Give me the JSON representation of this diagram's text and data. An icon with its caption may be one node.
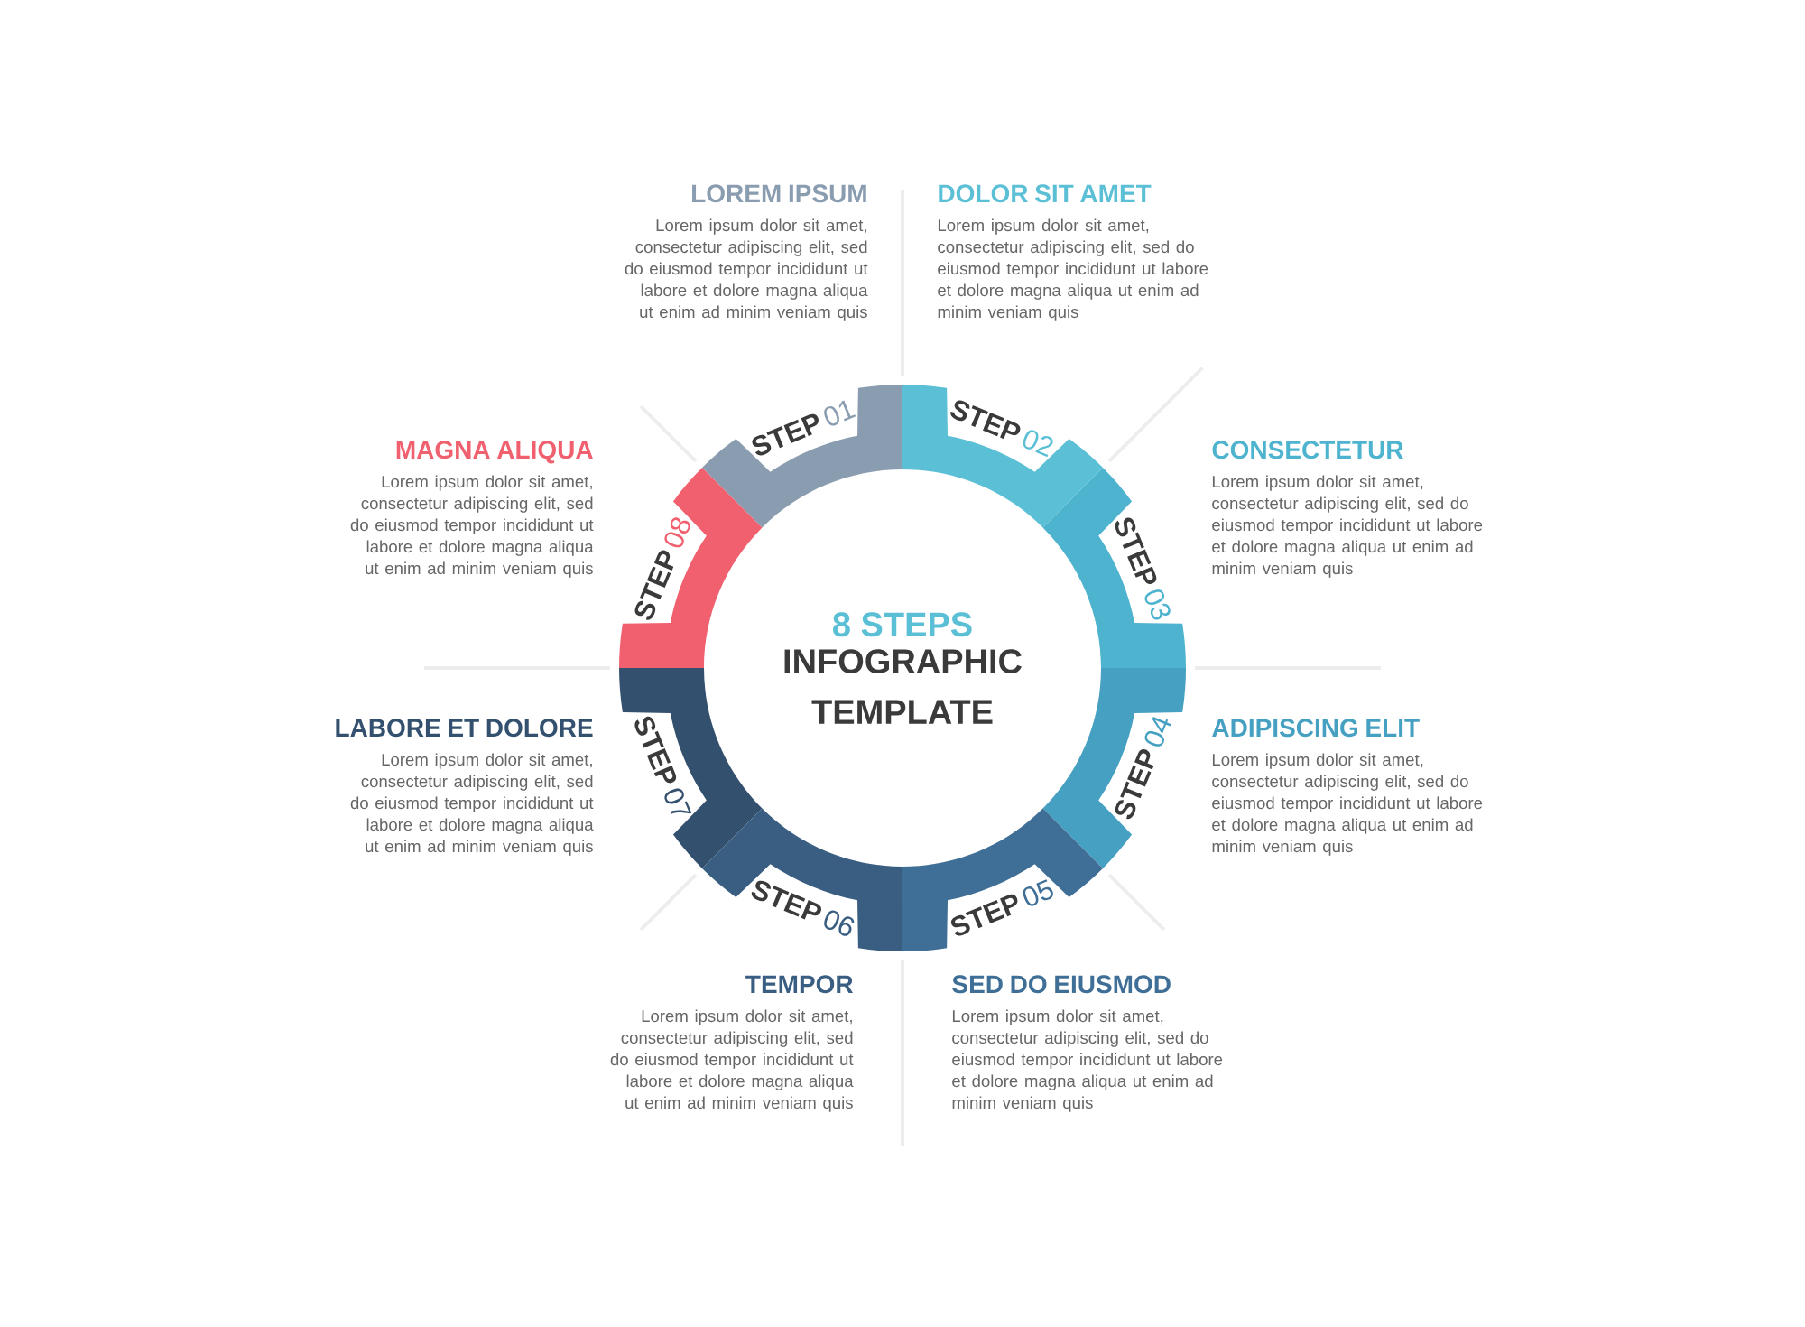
{
  "diagram": {
    "nodes": [
      {
        "text": [
          "8 STEPS",
          "INFOGRAPHIC TEMPLATE"
        ]
      },
      {
        "text": [
          "STEP",
          "01"
        ]
      },
      {
        "text": [
          "STEP",
          "02"
        ]
      },
      {
        "text": [
          "STEP",
          "03"
        ]
      },
      {
        "text": [
          "STEP",
          "04"
        ]
      },
      {
        "text": [
          "STEP",
          "05"
        ]
      },
      {
        "text": [
          "STEP",
          "06"
        ]
      },
      {
        "text": [
          "STEP",
          "07"
        ]
      },
      {
        "text": [
          "STEP",
          "08"
        ]
      },
      {
        "text": [
          "LOREM IPSUM",
          "Lorem ipsum dolor sit amet, consectetur adipiscing elit, sed do eiusmod tempor incididunt ut labore et dolore magna aliqua ut enim ad minim veniam quis"
        ]
      },
      {
        "text": [
          "DOLOR SIT AMET",
          "Lorem ipsum dolor sit amet, consectetur adipiscing elit, sed do eiusmod tempor incididunt ut labore et dolore magna aliqua ut enim ad minim veniam quis"
        ]
      },
      {
        "text": [
          "CONSECTETUR",
          "Lorem ipsum dolor sit amet, consectetur adipiscing elit, sed do eiusmod tempor incididunt ut labore et dolore magna aliqua ut enim ad minim veniam quis"
        ]
      },
      {
        "text": [
          "ADIPISCING ELIT",
          "Lorem ipsum dolor sit amet, consectetur adipiscing elit, sed do eiusmod tempor incididunt ut labore et dolore magna aliqua ut enim ad minim veniam quis"
        ]
      },
      {
        "text": [
          "SED DO EIUSMOD",
          "Lorem ipsum dolor sit amet, consectetur adipiscing elit, sed do eiusmod tempor incididunt ut labore et dolore magna aliqua ut enim ad minim veniam quis"
        ]
      },
      {
        "text": [
          "TEMPOR",
          "Lorem ipsum dolor sit amet, consectetur adipiscing elit, sed do eiusmod tempor incididunt ut labore et dolore magna aliqua ut enim ad minim veniam quis"
        ]
      },
      {
        "text": [
          "LABORE ET DOLORE",
          "Lorem ipsum dolor sit amet, consectetur adipiscing elit, sed do eiusmod tempor incididunt ut labore et dolore magna aliqua ut enim ad minim veniam quis"
        ]
      },
      {
        "text": [
          "MAGNA ALIQUA",
          "Lorem ipsum dolor sit amet, consectetur adipiscing elit, sed do eiusmod tempor incididunt ut labore et dolore magna aliqua ut enim ad minim veniam quis"
        ]
      }
    ]
  }
}
